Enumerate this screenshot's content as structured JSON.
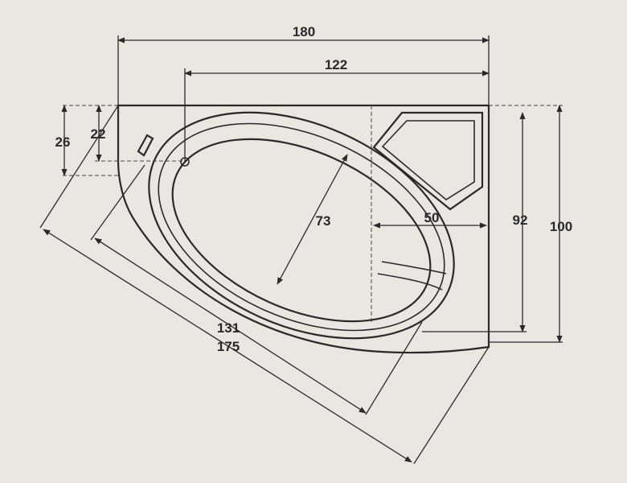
{
  "dimensions": {
    "total_width": "180",
    "inner_width": "122",
    "left_height_outer": "26",
    "left_height_inner": "22",
    "basin_width": "73",
    "seat_width": "50",
    "right_height_inner": "92",
    "right_height_outer": "100",
    "diagonal_inner": "131",
    "diagonal_outer": "175"
  },
  "colors": {
    "background": "#e9e7e2",
    "line": "#2a2a2a"
  }
}
